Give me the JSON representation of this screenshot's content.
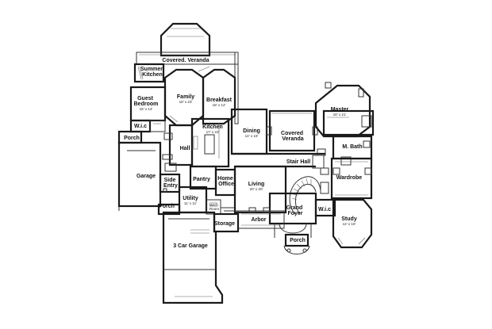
{
  "rooms": [
    {
      "name": "Covered. Veranda",
      "dim": ""
    },
    {
      "name": "Summer Kitchen",
      "dim": ""
    },
    {
      "name": "Family",
      "dim": "18' x 23'"
    },
    {
      "name": "Breakfast",
      "dim": "18' x 12'"
    },
    {
      "name": "Guest Bedroom",
      "dim": "15' x 14'"
    },
    {
      "name": "W.i.c",
      "dim": ""
    },
    {
      "name": "Porch",
      "dim": ""
    },
    {
      "name": "Hall",
      "dim": ""
    },
    {
      "name": "Kitchen",
      "dim": "17' x 22'"
    },
    {
      "name": "Dining",
      "dim": "14' x 18'"
    },
    {
      "name": "Covered Veranda",
      "dim": ""
    },
    {
      "name": "Master",
      "dim": "18' x 21'"
    },
    {
      "name": "M. Bath",
      "dim": ""
    },
    {
      "name": "Garage",
      "dim": ""
    },
    {
      "name": "Pantry",
      "dim": ""
    },
    {
      "name": "Home Office",
      "dim": ""
    },
    {
      "name": "Stair Hall",
      "dim": ""
    },
    {
      "name": "Wardrobe",
      "dim": ""
    },
    {
      "name": "Side Entry",
      "dim": ""
    },
    {
      "name": "Living",
      "dim": "20' x 20'"
    },
    {
      "name": "Utility",
      "dim": "11' x 11'"
    },
    {
      "name": "Mech Room",
      "dim": ""
    },
    {
      "name": "Porch",
      "dim": ""
    },
    {
      "name": "Grand Foyer",
      "dim": ""
    },
    {
      "name": "W.i.c",
      "dim": ""
    },
    {
      "name": "Study",
      "dim": "12' x 16'"
    },
    {
      "name": "Storage",
      "dim": ""
    },
    {
      "name": "Arbor",
      "dim": ""
    },
    {
      "name": "Porch",
      "dim": ""
    },
    {
      "name": "3 Car Garage",
      "dim": ""
    }
  ]
}
